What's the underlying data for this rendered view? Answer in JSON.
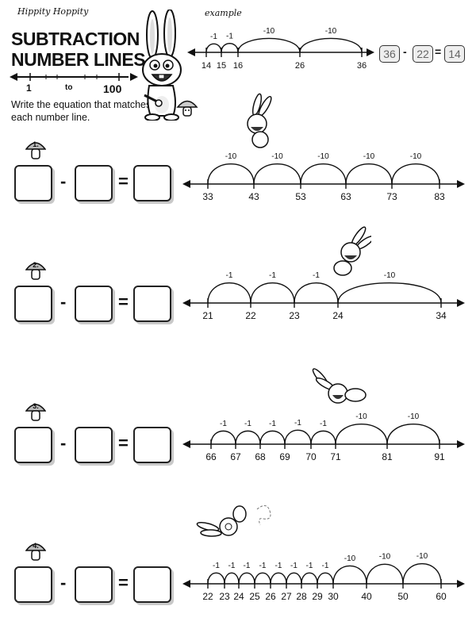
{
  "header": {
    "subtitle": "Hippity Hoppity",
    "title_line1": "SUBTRACTION",
    "title_line2": "NUMBER LINES",
    "range_start": "1",
    "range_mid": "to",
    "range_end": "100",
    "instructions": "Write the equation that matches each number line."
  },
  "example": {
    "label": "example",
    "ticks": [
      "14",
      "15",
      "16",
      "26",
      "36"
    ],
    "hops": [
      "-1",
      "-1",
      "-10",
      "-10"
    ],
    "minuend": "36",
    "minus": "-",
    "subtrahend": "22",
    "equals": "=",
    "difference": "14"
  },
  "problems": [
    {
      "number": "1.",
      "minus": "-",
      "equals": "=",
      "ticks": [
        "33",
        "43",
        "53",
        "63",
        "73",
        "83"
      ],
      "hops": [
        "-10",
        "-10",
        "-10",
        "-10",
        "-10"
      ]
    },
    {
      "number": "2.",
      "minus": "-",
      "equals": "=",
      "ticks": [
        "21",
        "22",
        "23",
        "24",
        "34"
      ],
      "hops": [
        "-1",
        "-1",
        "-1",
        "-10"
      ]
    },
    {
      "number": "3.",
      "minus": "-",
      "equals": "=",
      "ticks": [
        "66",
        "67",
        "68",
        "69",
        "70",
        "71",
        "81",
        "91"
      ],
      "hops": [
        "-1",
        "-1",
        "-1",
        "-1",
        "-1",
        "-10",
        "-10"
      ]
    },
    {
      "number": "4.",
      "minus": "-",
      "equals": "=",
      "ticks": [
        "22",
        "23",
        "24",
        "25",
        "26",
        "27",
        "28",
        "29",
        "30",
        "40",
        "50",
        "60"
      ],
      "hops": [
        "-1",
        "-1",
        "-1",
        "-1",
        "-1",
        "-1",
        "-1",
        "-1",
        "-10",
        "-10",
        "-10"
      ]
    }
  ],
  "icons": {
    "bunny": "rabbit-illustration",
    "mushroom": "mushroom-icon",
    "arrow": "double-arrow"
  }
}
